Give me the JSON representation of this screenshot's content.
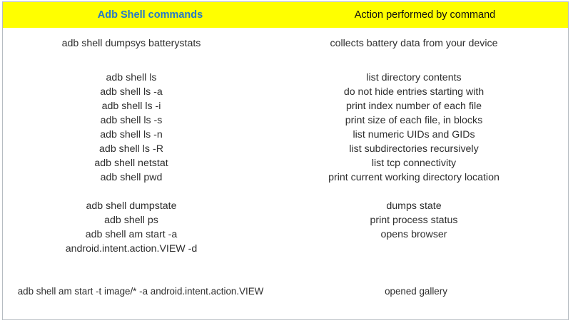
{
  "table": {
    "headers": {
      "command_column": "Adb Shell commands",
      "action_column": "Action performed by command"
    },
    "header_background": "#ffff00",
    "command_header_color": "#2479cb",
    "action_header_color": "#111111",
    "border_color": "#b6bcc2",
    "text_color": "#2e2e2e",
    "groups": [
      {
        "commands": [
          "adb shell dumpsys batterystats"
        ],
        "actions": [
          "collects battery data from your device"
        ]
      },
      {
        "commands": [
          "adb shell ls",
          "adb shell ls -a",
          "adb shell ls -i",
          "adb shell ls -s",
          "adb shell ls -n",
          "adb shell ls -R",
          "adb shell netstat",
          "adb shell pwd"
        ],
        "actions": [
          "list directory contents",
          "do not hide entries starting with",
          "print index number of each file",
          "print size of each file, in blocks",
          "list numeric UIDs and GIDs",
          "list subdirectories recursively",
          "list tcp connectivity",
          "print current working directory location"
        ]
      },
      {
        "commands": [
          "adb shell dumpstate",
          "adb shell ps",
          "adb shell am start -a",
          "android.intent.action.VIEW -d"
        ],
        "actions": [
          "dumps state",
          "print process status",
          "opens browser"
        ]
      },
      {
        "commands": [
          "adb shell am start -t image/* -a android.intent.action.VIEW"
        ],
        "actions": [
          "opened gallery"
        ]
      }
    ]
  }
}
